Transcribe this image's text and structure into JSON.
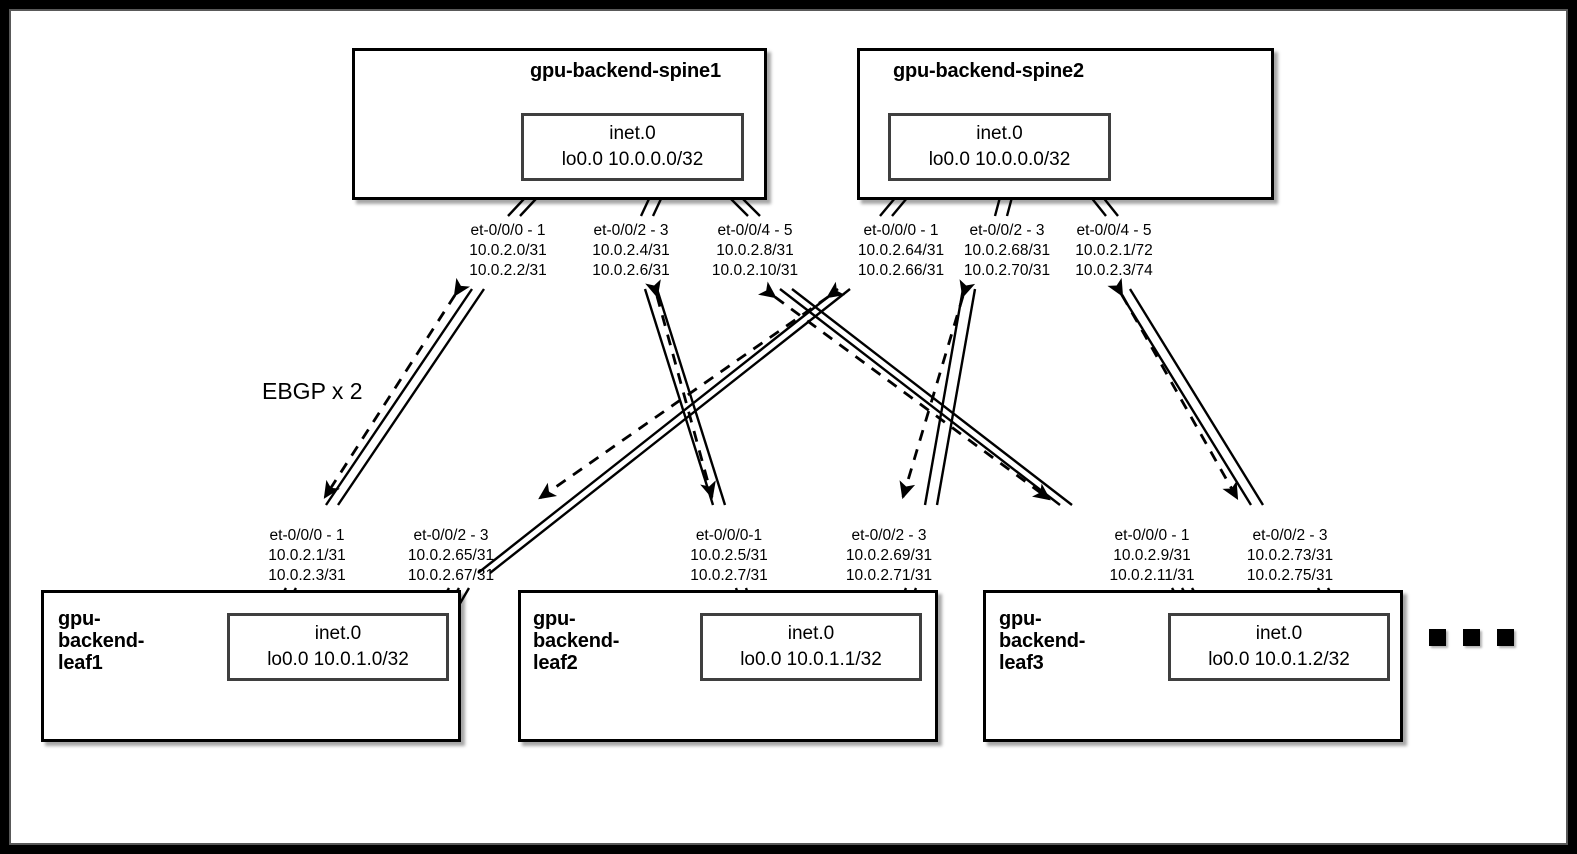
{
  "diagram": {
    "title_label": "EBGP x 2",
    "ellipsis_label": "more-leaves-ellipsis",
    "spines": [
      {
        "id": "spine1",
        "name": "gpu-backend-spine1",
        "rib_table": "inet.0",
        "rib_route": "lo0.0 10.0.0.0/32",
        "ports": [
          {
            "interface": "et-0/0/0 - 1",
            "subnet_a": "10.0.2.0/31",
            "subnet_b": "10.0.2.2/31"
          },
          {
            "interface": "et-0/0/2 - 3",
            "subnet_a": "10.0.2.4/31",
            "subnet_b": "10.0.2.6/31"
          },
          {
            "interface": "et-0/0/4 - 5",
            "subnet_a": "10.0.2.8/31",
            "subnet_b": "10.0.2.10/31"
          }
        ]
      },
      {
        "id": "spine2",
        "name": "gpu-backend-spine2",
        "rib_table": "inet.0",
        "rib_route": "lo0.0 10.0.0.0/32",
        "ports": [
          {
            "interface": "et-0/0/0 - 1",
            "subnet_a": "10.0.2.64/31",
            "subnet_b": "10.0.2.66/31"
          },
          {
            "interface": "et-0/0/2 - 3",
            "subnet_a": "10.0.2.68/31",
            "subnet_b": "10.0.2.70/31"
          },
          {
            "interface": "et-0/0/4 - 5",
            "subnet_a": "10.0.2.1/72",
            "subnet_b": "10.0.2.3/74"
          }
        ]
      }
    ],
    "leaves": [
      {
        "id": "leaf1",
        "name_lines": [
          "gpu-",
          "backend-",
          "leaf1"
        ],
        "rib_table": "inet.0",
        "rib_route": "lo0.0 10.0.1.0/32",
        "ports": [
          {
            "interface": "et-0/0/0 - 1",
            "subnet_a": "10.0.2.1/31",
            "subnet_b": "10.0.2.3/31"
          },
          {
            "interface": "et-0/0/2 - 3",
            "subnet_a": "10.0.2.65/31",
            "subnet_b": "10.0.2.67/31"
          }
        ]
      },
      {
        "id": "leaf2",
        "name_lines": [
          "gpu-",
          "backend-",
          "leaf2"
        ],
        "rib_table": "inet.0",
        "rib_route": "lo0.0 10.0.1.1/32",
        "ports": [
          {
            "interface": "et-0/0/0-1",
            "subnet_a": "10.0.2.5/31",
            "subnet_b": "10.0.2.7/31"
          },
          {
            "interface": "et-0/0/2 - 3",
            "subnet_a": "10.0.2.69/31",
            "subnet_b": "10.0.2.71/31"
          }
        ]
      },
      {
        "id": "leaf3",
        "name_lines": [
          "gpu-",
          "backend-",
          "leaf3"
        ],
        "rib_table": "inet.0",
        "rib_route": "lo0.0 10.0.1.2/32",
        "ports": [
          {
            "interface": "et-0/0/0 - 1",
            "subnet_a": "10.0.2.9/31",
            "subnet_b": "10.0.2.11/31"
          },
          {
            "interface": "et-0/0/2 - 3",
            "subnet_a": "10.0.2.73/31",
            "subnet_b": "10.0.2.75/31"
          }
        ]
      }
    ],
    "colors": {
      "line": "#000000",
      "frame": "#000000",
      "rib_border": "#3f3f3f",
      "background": "#ffffff"
    }
  }
}
